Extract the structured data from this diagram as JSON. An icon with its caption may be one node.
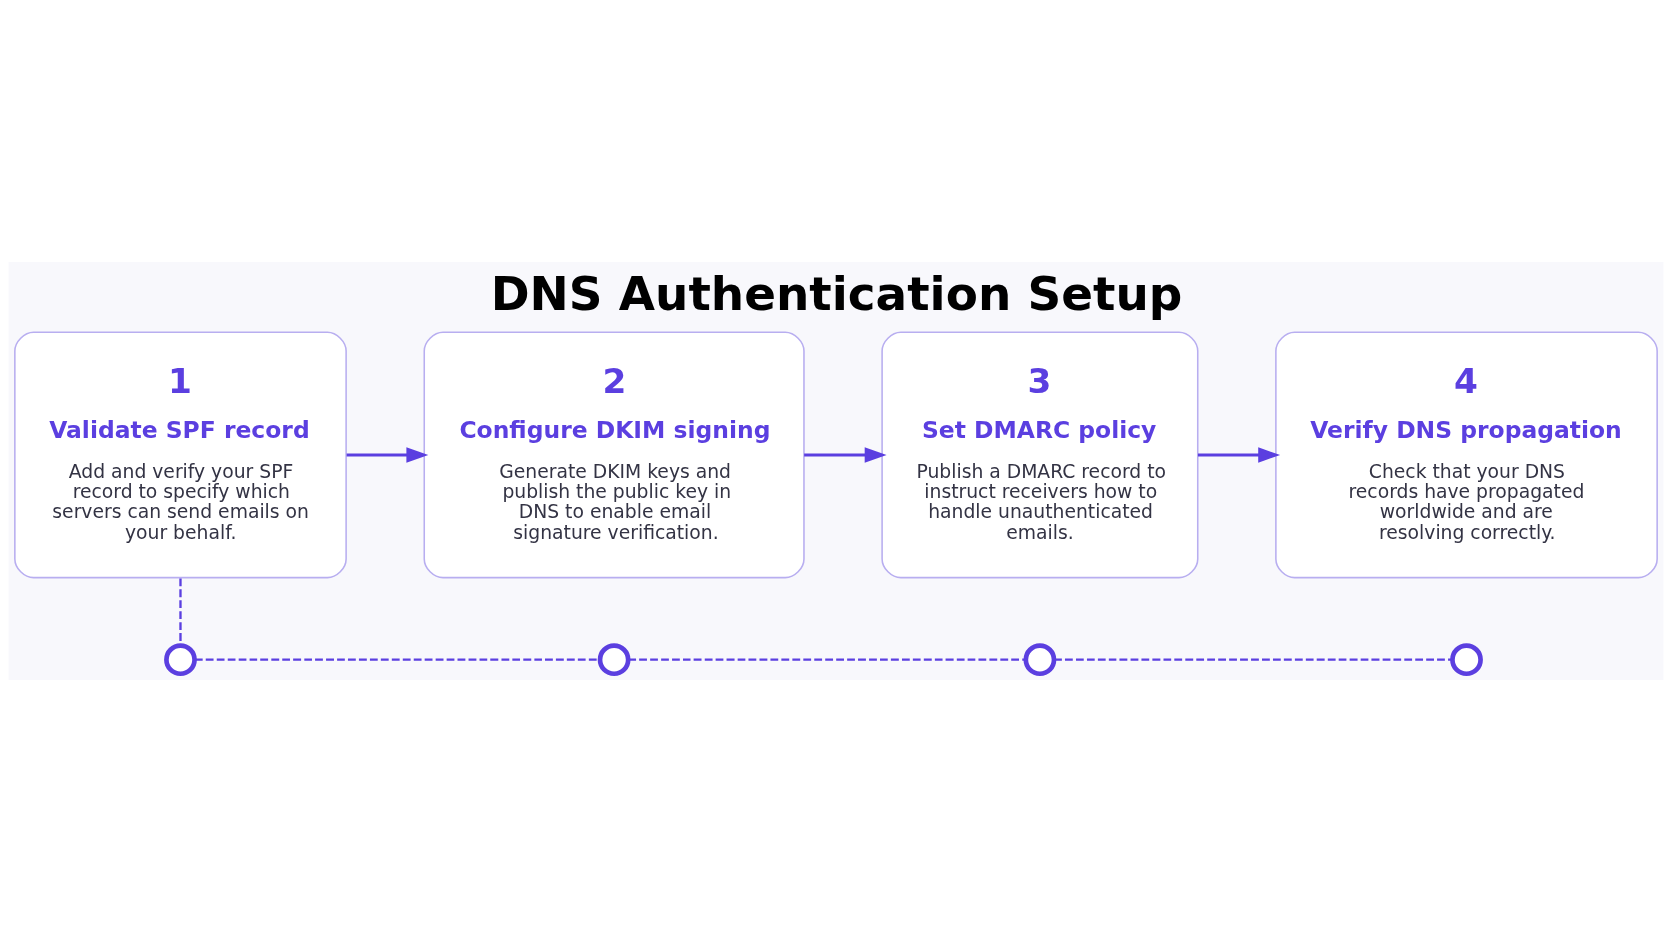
{
  "diagram": {
    "title": "DNS Authentication Setup",
    "nodes": [
      {
        "text": [
          "1",
          "Validate SPF record",
          "Add and verify your SPF record to specify which servers can send emails on your behalf."
        ]
      },
      {
        "text": [
          "2",
          "Configure DKIM signing",
          "Generate DKIM keys and publish the public key in DNS to enable email signature verification."
        ]
      },
      {
        "text": [
          "3",
          "Set DMARC policy",
          "Publish a DMARC record to instruct receivers how to handle unauthenticated emails."
        ]
      },
      {
        "text": [
          "4",
          "Verify DNS propagation",
          "Check that your DNS records have propagated worldwide and are resolving correctly."
        ]
      },
      {
        "text": [],
        "shape": "circle"
      },
      {
        "text": [],
        "shape": "circle"
      },
      {
        "text": [],
        "shape": "circle"
      },
      {
        "text": [],
        "shape": "circle"
      }
    ],
    "edges": [
      {
        "from": 0,
        "to": 1,
        "arrow": "to"
      },
      {
        "from": 1,
        "to": 2,
        "arrow": "to"
      },
      {
        "from": 2,
        "to": 3,
        "arrow": "to"
      },
      {
        "from": 0,
        "to": 4,
        "arrow": "none",
        "style": "dashed"
      },
      {
        "from": 4,
        "to": 5,
        "arrow": "none",
        "style": "dashed"
      },
      {
        "from": 5,
        "to": 6,
        "arrow": "none",
        "style": "dashed"
      },
      {
        "from": 6,
        "to": 7,
        "arrow": "none",
        "style": "dashed"
      }
    ]
  }
}
